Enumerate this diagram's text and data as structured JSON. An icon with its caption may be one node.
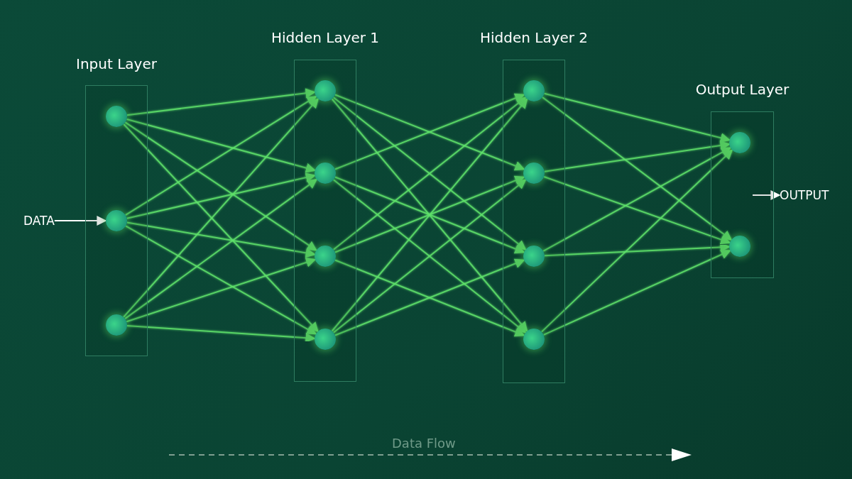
{
  "diagram": {
    "nodes": [
      {
        "text": [
          "Input Layer"
        ]
      },
      {
        "text": [],
        "shape": "circle",
        "in": 0
      },
      {
        "text": [],
        "shape": "circle",
        "in": 0
      },
      {
        "text": [],
        "shape": "circle",
        "in": 0
      },
      {
        "text": [
          "Hidden Layer 1"
        ]
      },
      {
        "text": [],
        "shape": "circle",
        "in": 4
      },
      {
        "text": [],
        "shape": "circle",
        "in": 4
      },
      {
        "text": [],
        "shape": "circle",
        "in": 4
      },
      {
        "text": [],
        "shape": "circle",
        "in": 4
      },
      {
        "text": [
          "Hidden Layer 2"
        ]
      },
      {
        "text": [],
        "shape": "circle",
        "in": 9
      },
      {
        "text": [],
        "shape": "circle",
        "in": 9
      },
      {
        "text": [],
        "shape": "circle",
        "in": 9
      },
      {
        "text": [],
        "shape": "circle",
        "in": 9
      },
      {
        "text": [
          "Output Layer"
        ]
      },
      {
        "text": [],
        "shape": "circle",
        "in": 14
      },
      {
        "text": [],
        "shape": "circle",
        "in": 14
      },
      {
        "text": [
          "DATA"
        ]
      },
      {
        "text": [
          "OUTPUT"
        ]
      }
    ],
    "edges": [
      {
        "from": 1,
        "to": 5,
        "arrow": "to"
      },
      {
        "from": 1,
        "to": 6,
        "arrow": "to"
      },
      {
        "from": 1,
        "to": 7,
        "arrow": "to"
      },
      {
        "from": 1,
        "to": 8,
        "arrow": "to"
      },
      {
        "from": 2,
        "to": 5,
        "arrow": "to"
      },
      {
        "from": 2,
        "to": 6,
        "arrow": "to"
      },
      {
        "from": 2,
        "to": 7,
        "arrow": "to"
      },
      {
        "from": 2,
        "to": 8,
        "arrow": "to"
      },
      {
        "from": 3,
        "to": 5,
        "arrow": "to"
      },
      {
        "from": 3,
        "to": 6,
        "arrow": "to"
      },
      {
        "from": 3,
        "to": 7,
        "arrow": "to"
      },
      {
        "from": 3,
        "to": 8,
        "arrow": "to"
      },
      {
        "from": 5,
        "to": 10,
        "arrow": "to"
      },
      {
        "from": 5,
        "to": 11,
        "arrow": "to"
      },
      {
        "from": 5,
        "to": 12,
        "arrow": "to"
      },
      {
        "from": 5,
        "to": 13,
        "arrow": "to"
      },
      {
        "from": 6,
        "to": 10,
        "arrow": "to"
      },
      {
        "from": 6,
        "to": 11,
        "arrow": "to"
      },
      {
        "from": 6,
        "to": 12,
        "arrow": "to"
      },
      {
        "from": 6,
        "to": 13,
        "arrow": "to"
      },
      {
        "from": 7,
        "to": 10,
        "arrow": "to"
      },
      {
        "from": 7,
        "to": 11,
        "arrow": "to"
      },
      {
        "from": 7,
        "to": 12,
        "arrow": "to"
      },
      {
        "from": 7,
        "to": 13,
        "arrow": "to"
      },
      {
        "from": 8,
        "to": 10,
        "arrow": "to"
      },
      {
        "from": 8,
        "to": 11,
        "arrow": "to"
      },
      {
        "from": 8,
        "to": 12,
        "arrow": "to"
      },
      {
        "from": 8,
        "to": 13,
        "arrow": "to"
      },
      {
        "from": 10,
        "to": 15,
        "arrow": "to"
      },
      {
        "from": 10,
        "to": 16,
        "arrow": "to"
      },
      {
        "from": 11,
        "to": 15,
        "arrow": "to"
      },
      {
        "from": 11,
        "to": 16,
        "arrow": "to"
      },
      {
        "from": 12,
        "to": 15,
        "arrow": "to"
      },
      {
        "from": 12,
        "to": 16,
        "arrow": "to"
      },
      {
        "from": 13,
        "to": 15,
        "arrow": "to"
      },
      {
        "from": 13,
        "to": 16,
        "arrow": "to"
      },
      {
        "from": 17,
        "to": 2,
        "arrow": "to",
        "color": "#ffffff"
      },
      {
        "from": null,
        "to": 18,
        "arrow": "to",
        "color": "#ffffff"
      }
    ],
    "labels": [
      "Data Flow"
    ]
  }
}
